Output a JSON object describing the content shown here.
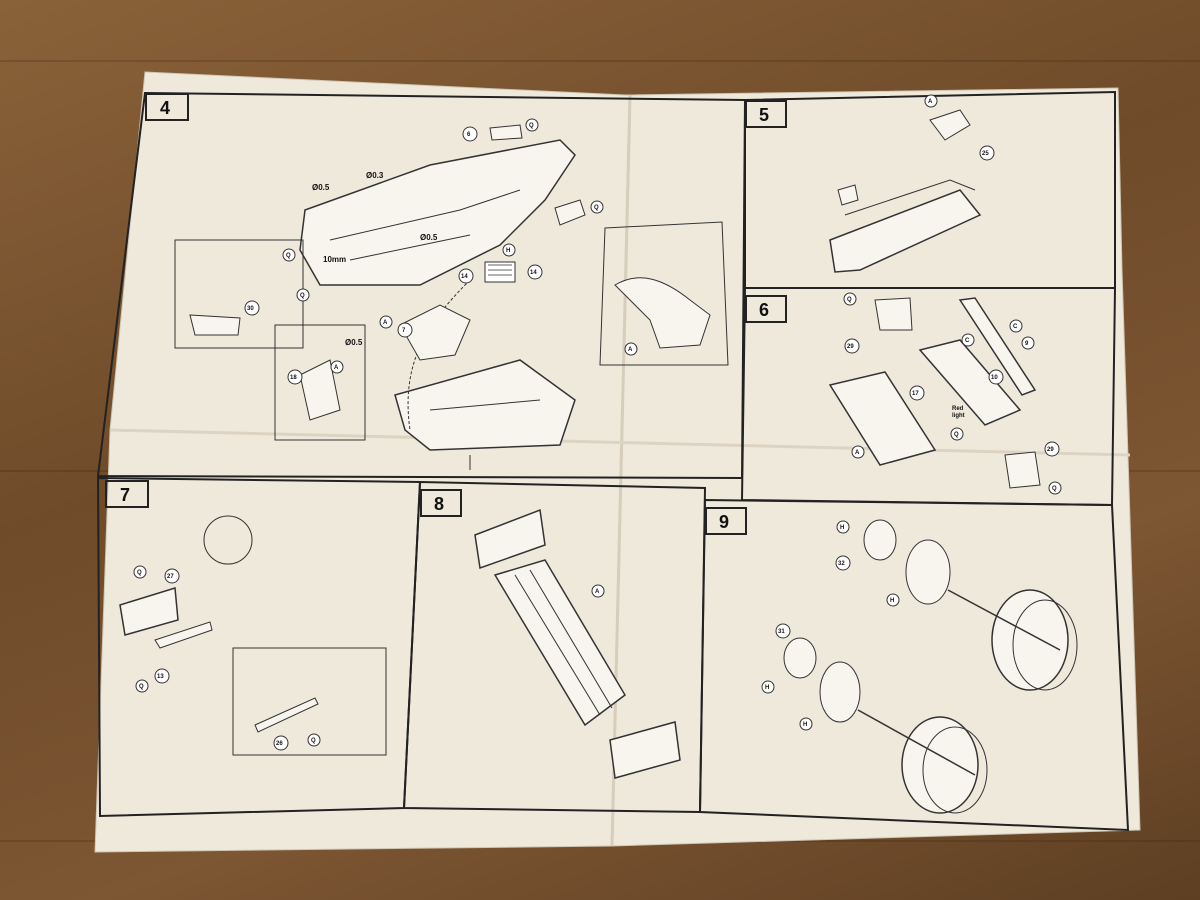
{
  "steps": {
    "s4": "4",
    "s5": "5",
    "s6": "6",
    "s7": "7",
    "s8": "8",
    "s9": "9"
  },
  "step4": {
    "d05a": "Ø0.5",
    "d03": "Ø0.3",
    "d05b": "Ø0.5",
    "d05c": "Ø0.5",
    "mm": "10mm",
    "p6": "6",
    "q1": "Q",
    "q2": "Q",
    "q3": "Q",
    "q4": "Q",
    "h": "H",
    "p14a": "14",
    "p14b": "14",
    "p30": "30",
    "a1": "A",
    "p7": "7",
    "p18": "18",
    "a2": "A",
    "a3": "A"
  },
  "step5": {
    "a": "A",
    "p25": "25"
  },
  "step6": {
    "q1": "Q",
    "p29": "29",
    "c1": "C",
    "c2": "C",
    "p9": "9",
    "p10": "10",
    "p17": "17",
    "red": "Red",
    "light": "light",
    "q2": "Q",
    "a": "A",
    "p29b": "29",
    "q3": "Q"
  },
  "step7": {
    "q1": "Q",
    "p27": "27",
    "p13": "13",
    "q2": "Q",
    "p26": "26",
    "q3": "Q"
  },
  "step8": {
    "a": "A"
  },
  "step9": {
    "h1": "H",
    "p32": "32",
    "h2": "H",
    "p31": "31",
    "h3": "H",
    "h4": "H"
  }
}
